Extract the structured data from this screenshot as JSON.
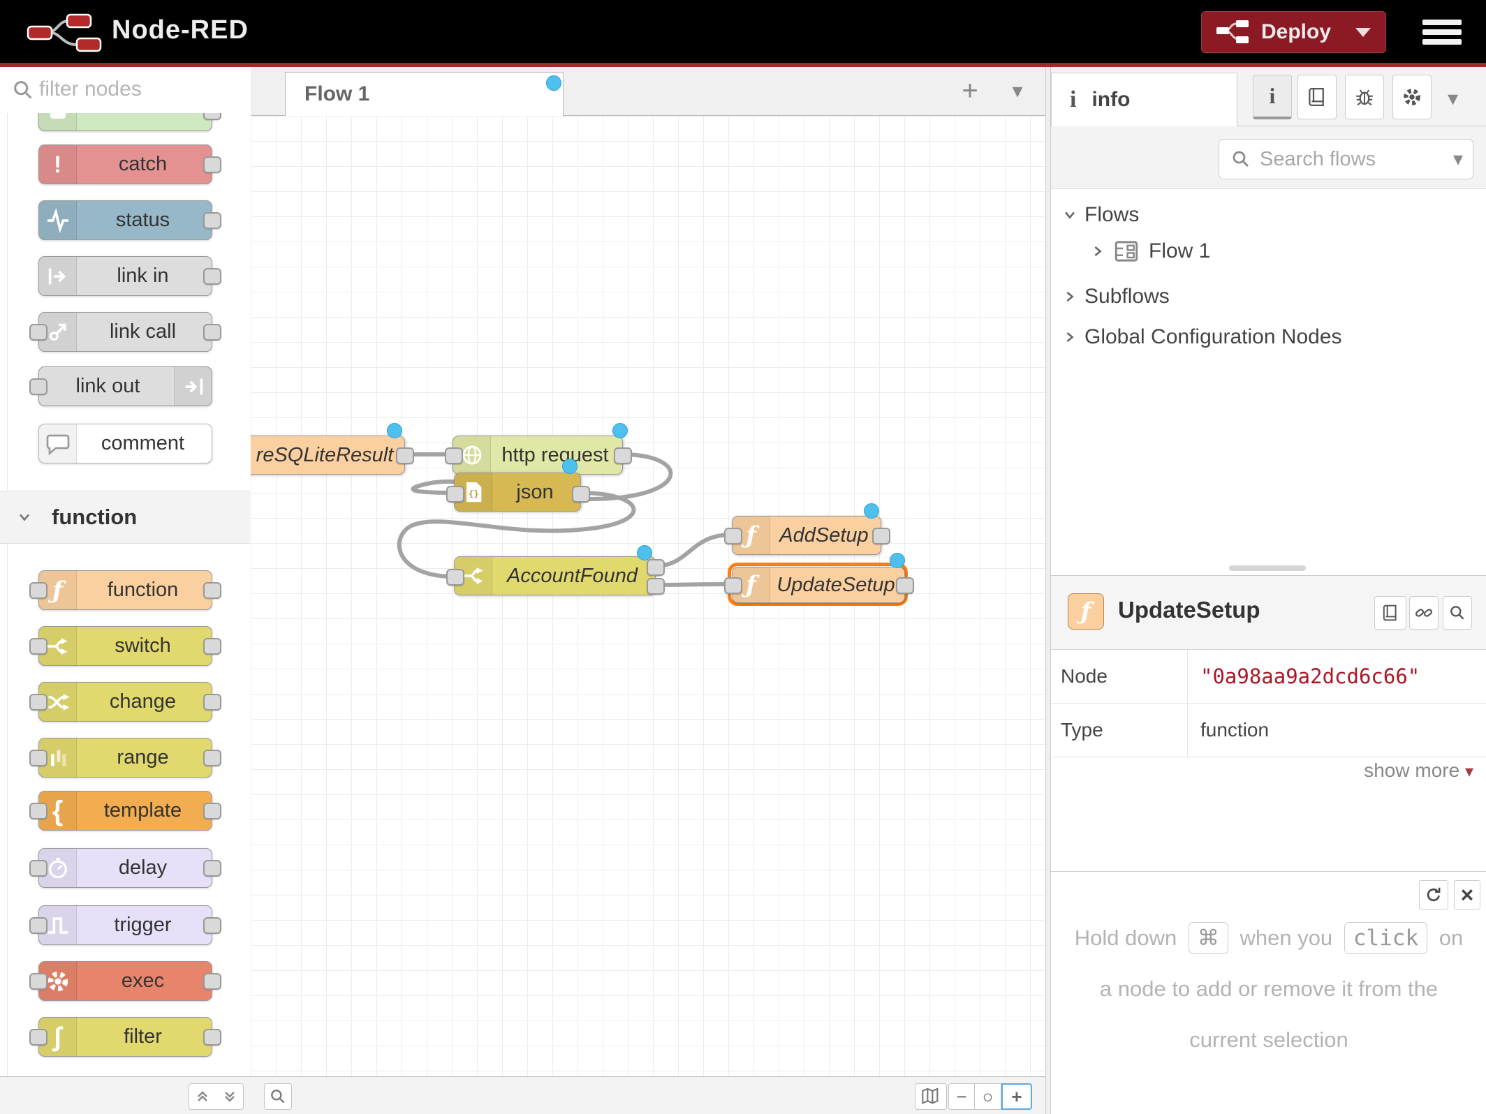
{
  "header": {
    "title": "Node-RED",
    "deploy_label": "Deploy"
  },
  "colors": {
    "deploy_bg": "#8C1A24",
    "header_line": "#9e2a2a",
    "accent_red": "#ad1625",
    "changed_dot": "#4fc0ee",
    "selection": "#ff7f0e",
    "node_function": "#fbd0a0",
    "node_switch": "#e2d96e",
    "node_http": "#e1e7a6",
    "node_json": "#d7b954",
    "node_catch": "#e49191",
    "node_status": "#96b8c8",
    "node_link": "#dddddd",
    "node_comment": "#ffffff",
    "node_complete": "#d0e8c0",
    "node_template": "#f3ad51",
    "node_delay": "#e6e0f8",
    "node_exec": "#e8846b"
  },
  "palette": {
    "filter_placeholder": "filter nodes",
    "category_label": "function",
    "nodes": [
      {
        "label": "catch"
      },
      {
        "label": "status"
      },
      {
        "label": "link in"
      },
      {
        "label": "link call"
      },
      {
        "label": "link out"
      },
      {
        "label": "comment"
      },
      {
        "label": "function"
      },
      {
        "label": "switch"
      },
      {
        "label": "change"
      },
      {
        "label": "range"
      },
      {
        "label": "template"
      },
      {
        "label": "delay"
      },
      {
        "label": "trigger"
      },
      {
        "label": "exec"
      },
      {
        "label": "filter"
      }
    ]
  },
  "canvas": {
    "tab_label": "Flow 1",
    "nodes": [
      {
        "label": "reSQLiteResult"
      },
      {
        "label": "http request"
      },
      {
        "label": "json"
      },
      {
        "label": "AccountFound"
      },
      {
        "label": "AddSetup"
      },
      {
        "label": "UpdateSetup"
      }
    ]
  },
  "sidebar": {
    "tab_label": "info",
    "search_placeholder": "Search flows",
    "tree": {
      "flows": "Flows",
      "flow1": "Flow 1",
      "subflows": "Subflows",
      "global": "Global Configuration Nodes"
    },
    "detail": {
      "title": "UpdateSetup",
      "node_label": "Node",
      "node_id": "\"0a98aa9a2dcd6c66\"",
      "type_label": "Type",
      "type_value": "function",
      "show_more": "show more"
    },
    "tip": {
      "t1": "Hold down",
      "key1": "⌘",
      "t2": "when you",
      "key2": "click",
      "t3": "on a node to add or remove it from the current selection"
    }
  }
}
